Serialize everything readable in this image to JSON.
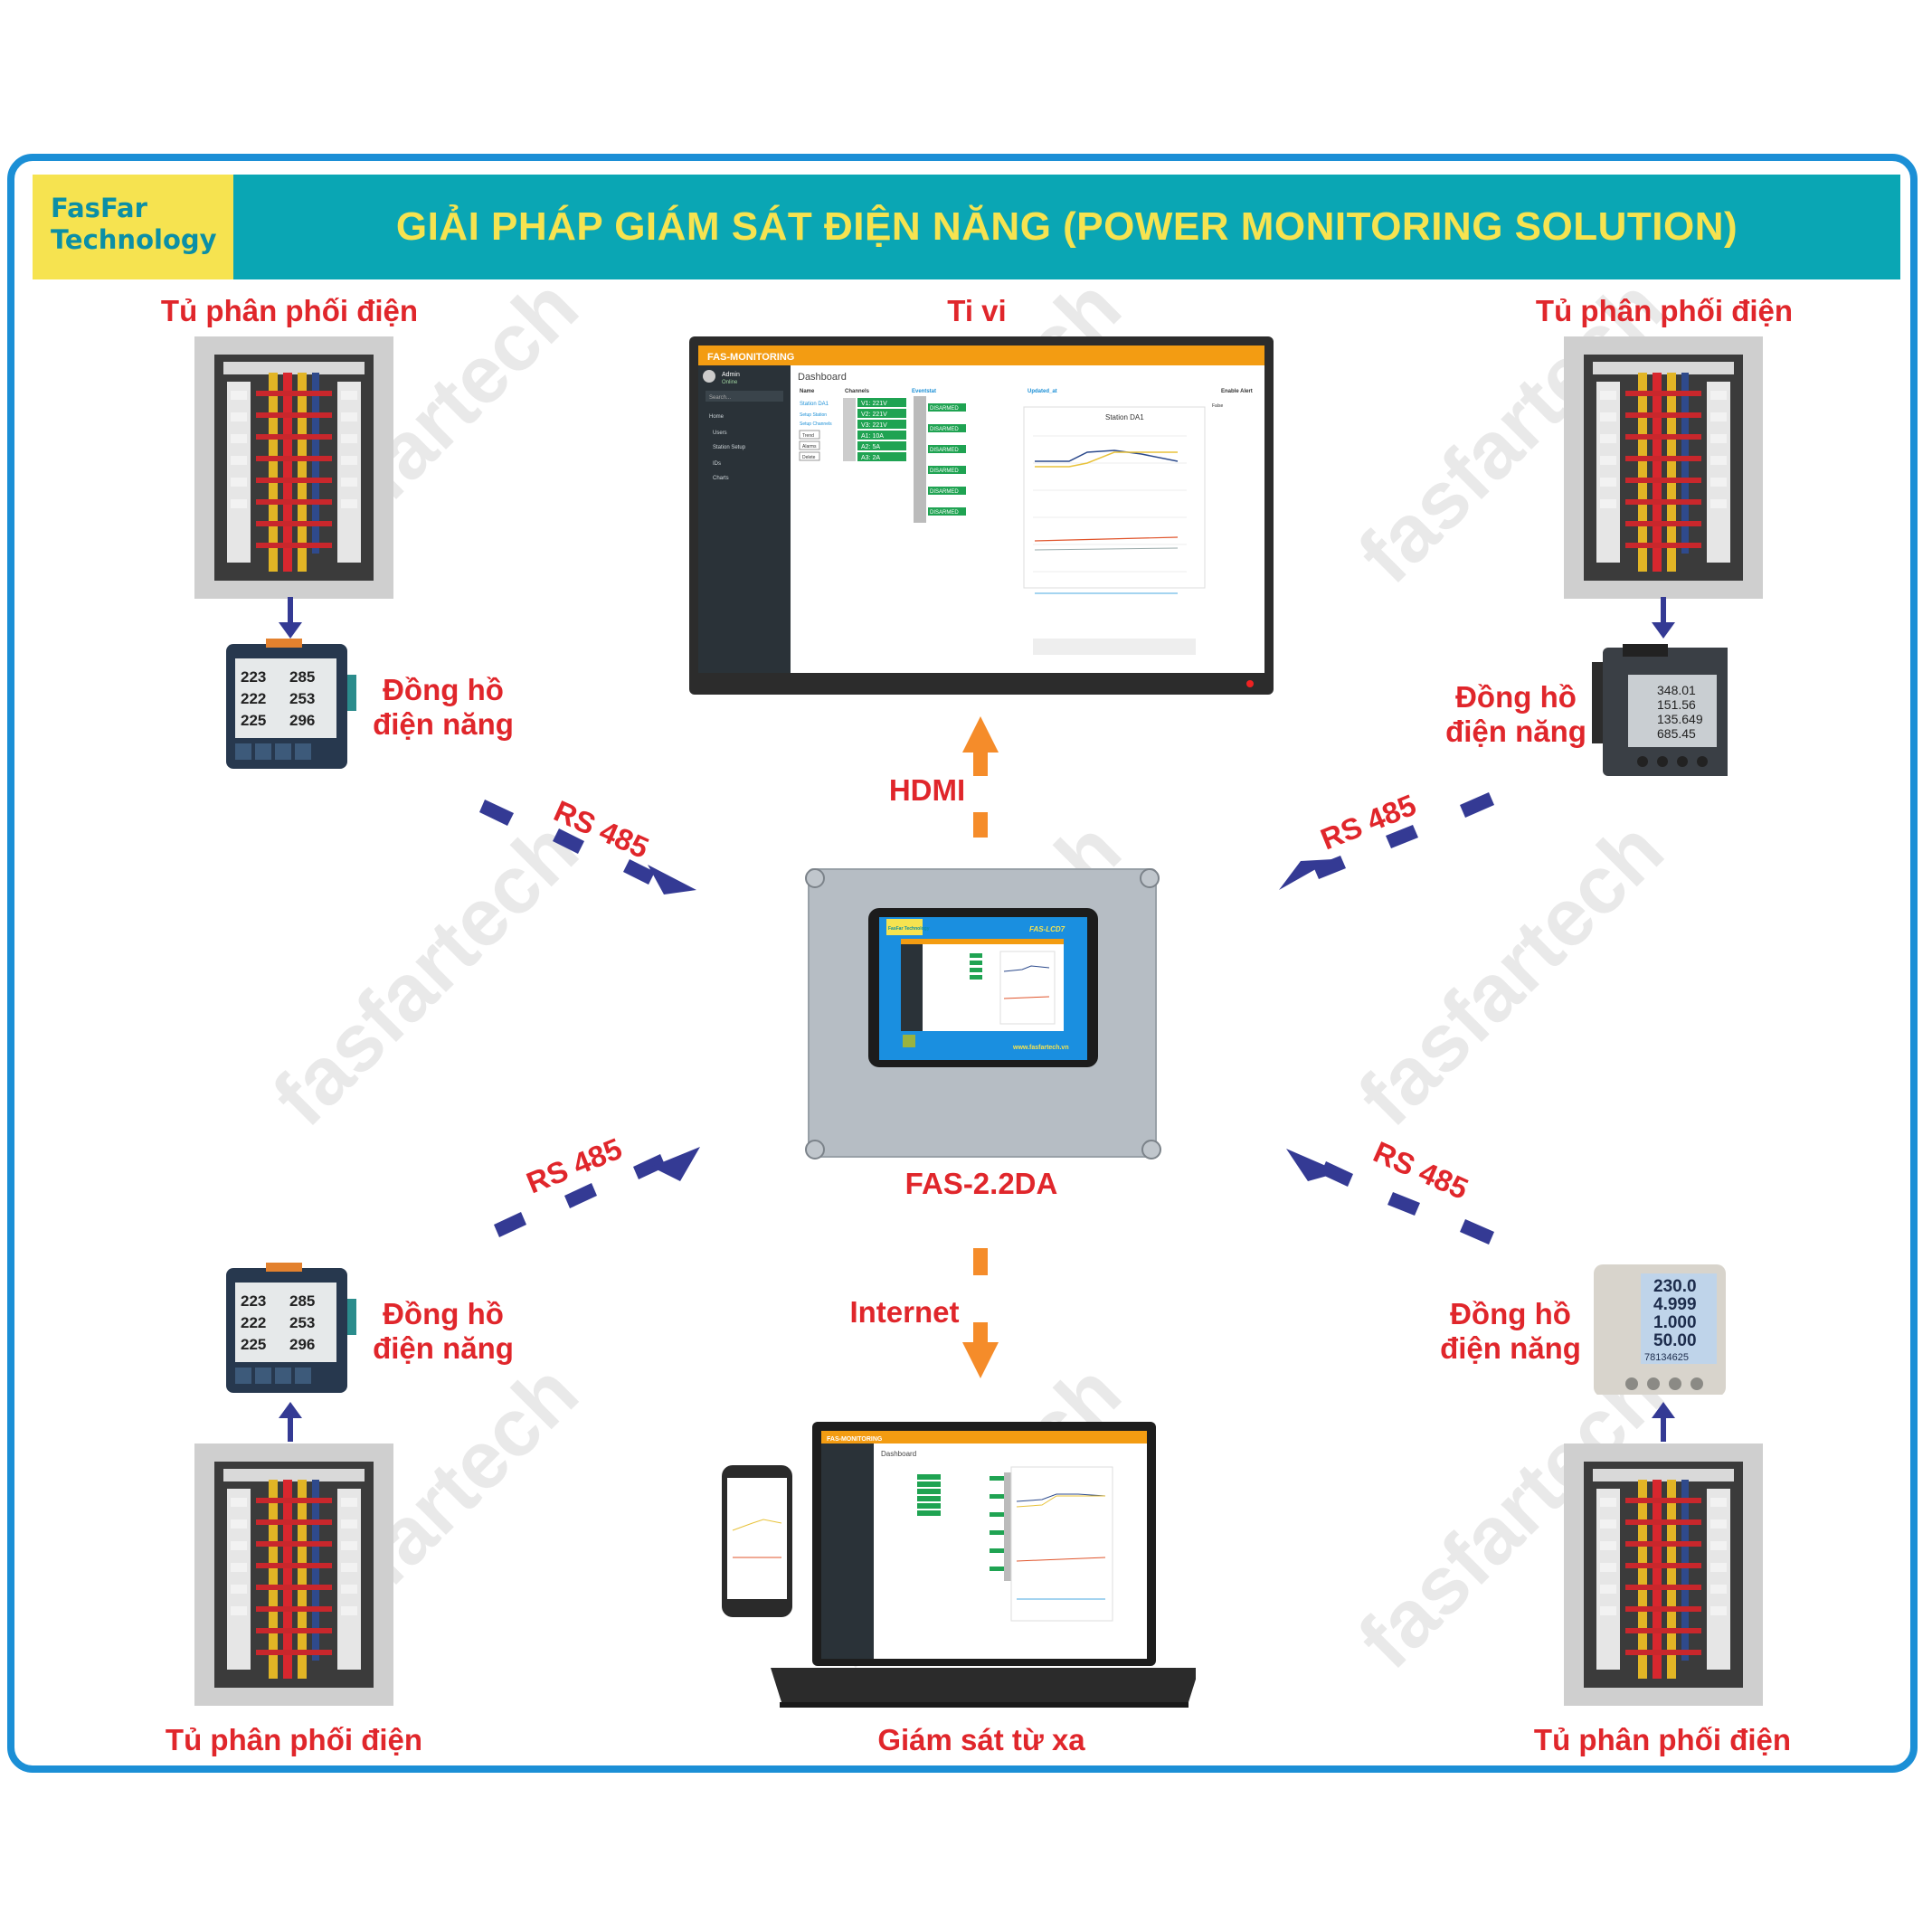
{
  "logo": {
    "line1": "FasFar",
    "line2": "Technology"
  },
  "title": "GIẢI PHÁP GIÁM SÁT ĐIỆN NĂNG (POWER MONITORING SOLUTION)",
  "labels": {
    "cabinet": "Tủ phân phối điện",
    "meter_line1": "Đồng hồ",
    "meter_line2": "điện năng",
    "tv": "Ti vi",
    "hdmi": "HDMI",
    "rs485": "RS 485",
    "device": "FAS-2.2DA",
    "internet": "Internet",
    "remote": "Giám sát từ xa"
  },
  "screen": {
    "app_title": "FAS-MONITORING",
    "user": "Admin",
    "status": "Online",
    "search_placeholder": "Search...",
    "menu": [
      "Home",
      "Users",
      "Station Setup",
      "IDs",
      "Charts"
    ],
    "page": "Dashboard",
    "cols": [
      "Name",
      "Channels",
      "Eventstat",
      "Updated_at",
      "Enable Alert"
    ],
    "station": "Station DA1",
    "links": [
      "Setup Station",
      "Setup Channels"
    ],
    "buttons": [
      "Trend",
      "Alarms",
      "Delete"
    ],
    "channels": [
      "V1: 221V",
      "V2: 221V",
      "V3: 221V",
      "A1: 10A",
      "A2: 5A",
      "A3: 2A"
    ],
    "state": "DISARMED",
    "chart_title": "Station DA1",
    "enable_value": "False"
  },
  "panel": {
    "brand": "FasFar Technology",
    "model": "FAS-LCD7",
    "url": "www.fasfartech.vn"
  },
  "meter_readings": {
    "em07": [
      "223",
      "222",
      "225",
      "285",
      "253",
      "296"
    ],
    "pm": [
      "348.01",
      "151.56",
      "135.649",
      "685.45"
    ],
    "selec": [
      "230.0",
      "4.999",
      "1.000",
      "50.00",
      "78134625"
    ]
  },
  "colors": {
    "frame": "#1b8fd6",
    "header": "#0aa6b4",
    "title_text": "#f6e350",
    "label_red": "#e0262b",
    "rs485_arrow": "#343a94",
    "link_arrow": "#f58c2a",
    "accent_bar": "#f39c12",
    "channel_green": "#1fa352"
  },
  "watermark": "fasfartech"
}
